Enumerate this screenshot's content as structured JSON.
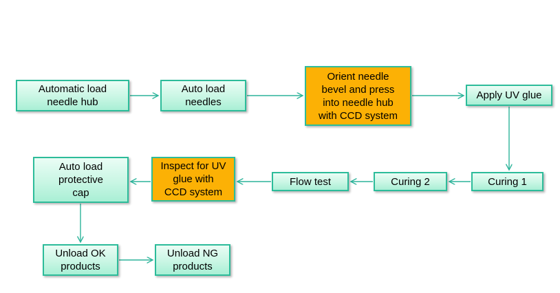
{
  "colors": {
    "accent": "#2cbc9a",
    "arrow": "#2cb49a",
    "orange": "#fcb105",
    "mint_top": "#eafdf5",
    "mint_mid": "#c9f6e4",
    "mint_bottom": "#a9efd5",
    "bg": "#ffffff"
  },
  "nodes": {
    "hub": {
      "label": "Automatic load\nneedle hub",
      "style": "mint"
    },
    "needles": {
      "label": "Auto load\nneedles",
      "style": "mint"
    },
    "orient": {
      "label": "Orient needle\nbevel and press\ninto needle hub\nwith CCD system",
      "style": "orange"
    },
    "uv_glue": {
      "label": "Apply UV glue",
      "style": "mint"
    },
    "curing1": {
      "label": "Curing 1",
      "style": "mint"
    },
    "curing2": {
      "label": "Curing 2",
      "style": "mint"
    },
    "flow_test": {
      "label": "Flow test",
      "style": "mint"
    },
    "inspect": {
      "label": "Inspect for UV\nglue with\nCCD system",
      "style": "orange"
    },
    "cap": {
      "label": "Auto load\nprotective\ncap",
      "style": "mint"
    },
    "unload_ok": {
      "label": "Unload OK\nproducts",
      "style": "mint"
    },
    "unload_ng": {
      "label": "Unload NG\nproducts",
      "style": "mint"
    }
  },
  "edges": [
    {
      "from": "hub",
      "to": "needles"
    },
    {
      "from": "needles",
      "to": "orient"
    },
    {
      "from": "orient",
      "to": "uv_glue"
    },
    {
      "from": "uv_glue",
      "to": "curing1"
    },
    {
      "from": "curing1",
      "to": "curing2"
    },
    {
      "from": "curing2",
      "to": "flow_test"
    },
    {
      "from": "flow_test",
      "to": "inspect"
    },
    {
      "from": "inspect",
      "to": "cap"
    },
    {
      "from": "cap",
      "to": "unload_ok"
    },
    {
      "from": "unload_ok",
      "to": "unload_ng"
    }
  ]
}
